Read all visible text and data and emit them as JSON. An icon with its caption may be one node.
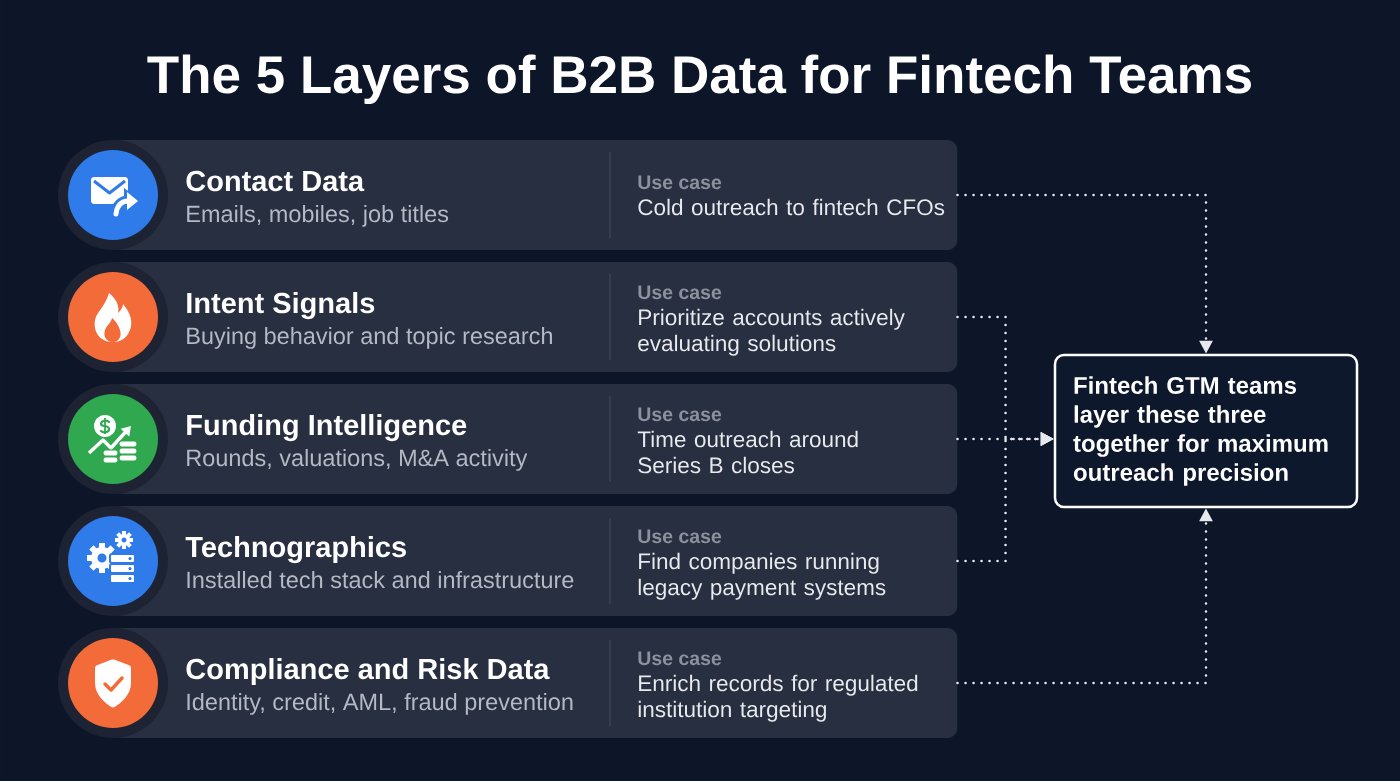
{
  "diagram": {
    "title": "The 5 Layers of B2B Data for Fintech Teams",
    "nodes": [
      {
        "text": [
          "Contact Data",
          "Emails, mobiles, job titles",
          "Use case",
          "Cold outreach to fintech CFOs"
        ]
      },
      {
        "text": [
          "Intent Signals",
          "Buying behavior and topic research",
          "Use case",
          "Prioritize accounts actively evaluating solutions"
        ]
      },
      {
        "text": [
          "Funding Intelligence",
          "Rounds, valuations, M&A activity",
          "Use case",
          "Time outreach around Series B closes"
        ]
      },
      {
        "text": [
          "Technographics",
          "Installed tech stack and infrastructure",
          "Use case",
          "Find companies running legacy payment systems"
        ]
      },
      {
        "text": [
          "Compliance and Risk Data",
          "Identity, credit, AML, fraud prevention",
          "Use case",
          "Enrich records for regulated institution targeting"
        ]
      },
      {
        "text": [
          "Fintech GTM teams layer these three together for maximum outreach precision"
        ]
      }
    ],
    "edges": [
      {
        "from": 0,
        "to": 5,
        "arrow": "to"
      },
      {
        "from": 1,
        "to": 5,
        "arrow": "to"
      },
      {
        "from": 2,
        "to": 5,
        "arrow": "to"
      },
      {
        "from": 3,
        "to": 5,
        "arrow": "to"
      },
      {
        "from": 4,
        "to": 5,
        "arrow": "to"
      }
    ]
  }
}
